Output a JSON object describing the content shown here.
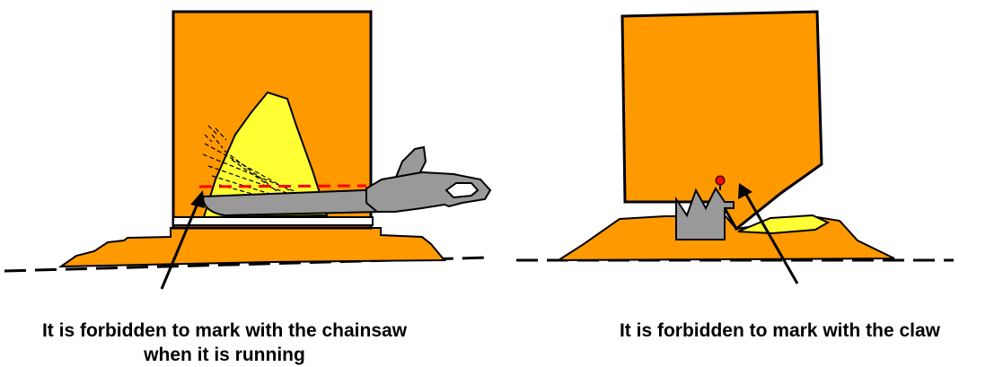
{
  "panels": [
    {
      "id": "chainsaw",
      "caption_line1": "It is forbidden to mark with the chainsaw",
      "caption_line2": "when it is running"
    },
    {
      "id": "claw",
      "caption_line1": "It is forbidden to mark with the claw"
    }
  ],
  "colors": {
    "log_orange": "#FF9900",
    "cut_yellow": "#FFFF33",
    "tool_gray": "#999999",
    "mark_red": "#FF0000",
    "outline": "#000000"
  }
}
